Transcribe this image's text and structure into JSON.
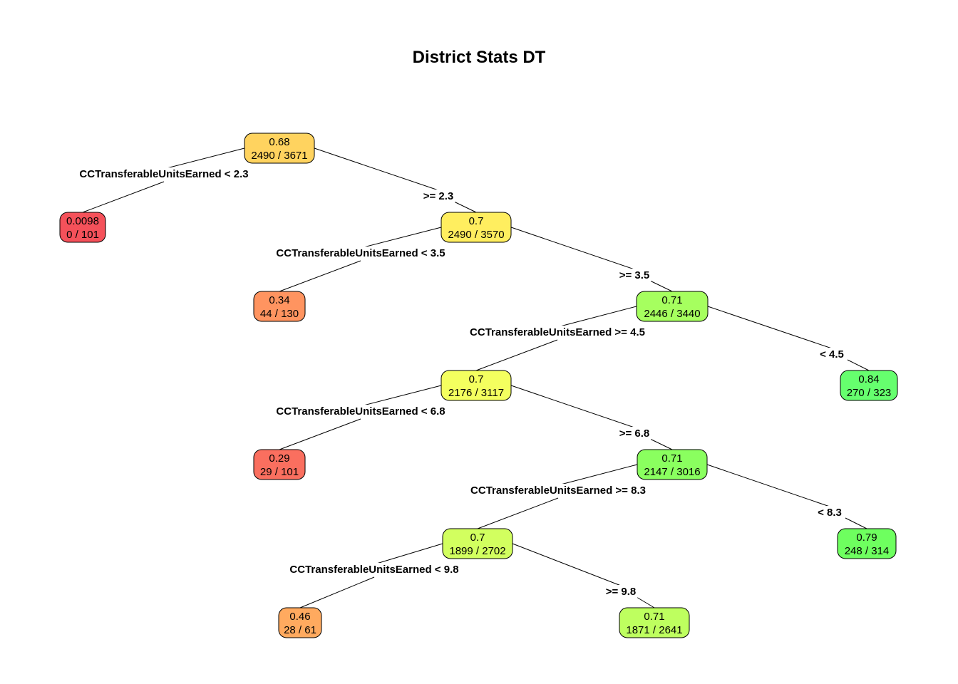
{
  "title": "District Stats DT",
  "nodes": [
    {
      "id": "n1",
      "value": "0.68",
      "counts": "2490 / 3671",
      "color": "#FFD35F"
    },
    {
      "id": "n2",
      "value": "0.0098",
      "counts": "0 / 101",
      "color": "#F5515A"
    },
    {
      "id": "n3",
      "value": "0.7",
      "counts": "2490 / 3570",
      "color": "#FFEE5F"
    },
    {
      "id": "n4",
      "value": "0.34",
      "counts": "44 / 130",
      "color": "#FF9460"
    },
    {
      "id": "n5",
      "value": "0.71",
      "counts": "2446 / 3440",
      "color": "#A6FF5F"
    },
    {
      "id": "n6",
      "value": "0.7",
      "counts": "2176 / 3117",
      "color": "#F4FF5F"
    },
    {
      "id": "n7",
      "value": "0.84",
      "counts": "270 / 323",
      "color": "#66FF6E"
    },
    {
      "id": "n8",
      "value": "0.29",
      "counts": "29 / 101",
      "color": "#FA6F5F"
    },
    {
      "id": "n9",
      "value": "0.71",
      "counts": "2147 / 3016",
      "color": "#8AFF5F"
    },
    {
      "id": "n10",
      "value": "0.79",
      "counts": "248 / 314",
      "color": "#6EFF5F"
    },
    {
      "id": "n11",
      "value": "0.7",
      "counts": "1899 / 2702",
      "color": "#D2FF5F"
    },
    {
      "id": "n12",
      "value": "0.46",
      "counts": "28 / 61",
      "color": "#FFAA5F"
    },
    {
      "id": "n13",
      "value": "0.71",
      "counts": "1871 / 2641",
      "color": "#BEFF5F"
    }
  ],
  "splits": [
    {
      "id": "s1",
      "left_label": "CCTransferableUnitsEarned < 2.3",
      "right_label": ">= 2.3"
    },
    {
      "id": "s3",
      "left_label": "CCTransferableUnitsEarned < 3.5",
      "right_label": ">= 3.5"
    },
    {
      "id": "s5",
      "left_label": "CCTransferableUnitsEarned >= 4.5",
      "right_label": "< 4.5"
    },
    {
      "id": "s6",
      "left_label": "CCTransferableUnitsEarned < 6.8",
      "right_label": ">= 6.8"
    },
    {
      "id": "s9",
      "left_label": "CCTransferableUnitsEarned >= 8.3",
      "right_label": "< 8.3"
    },
    {
      "id": "s11",
      "left_label": "CCTransferableUnitsEarned < 9.8",
      "right_label": ">= 9.8"
    }
  ]
}
